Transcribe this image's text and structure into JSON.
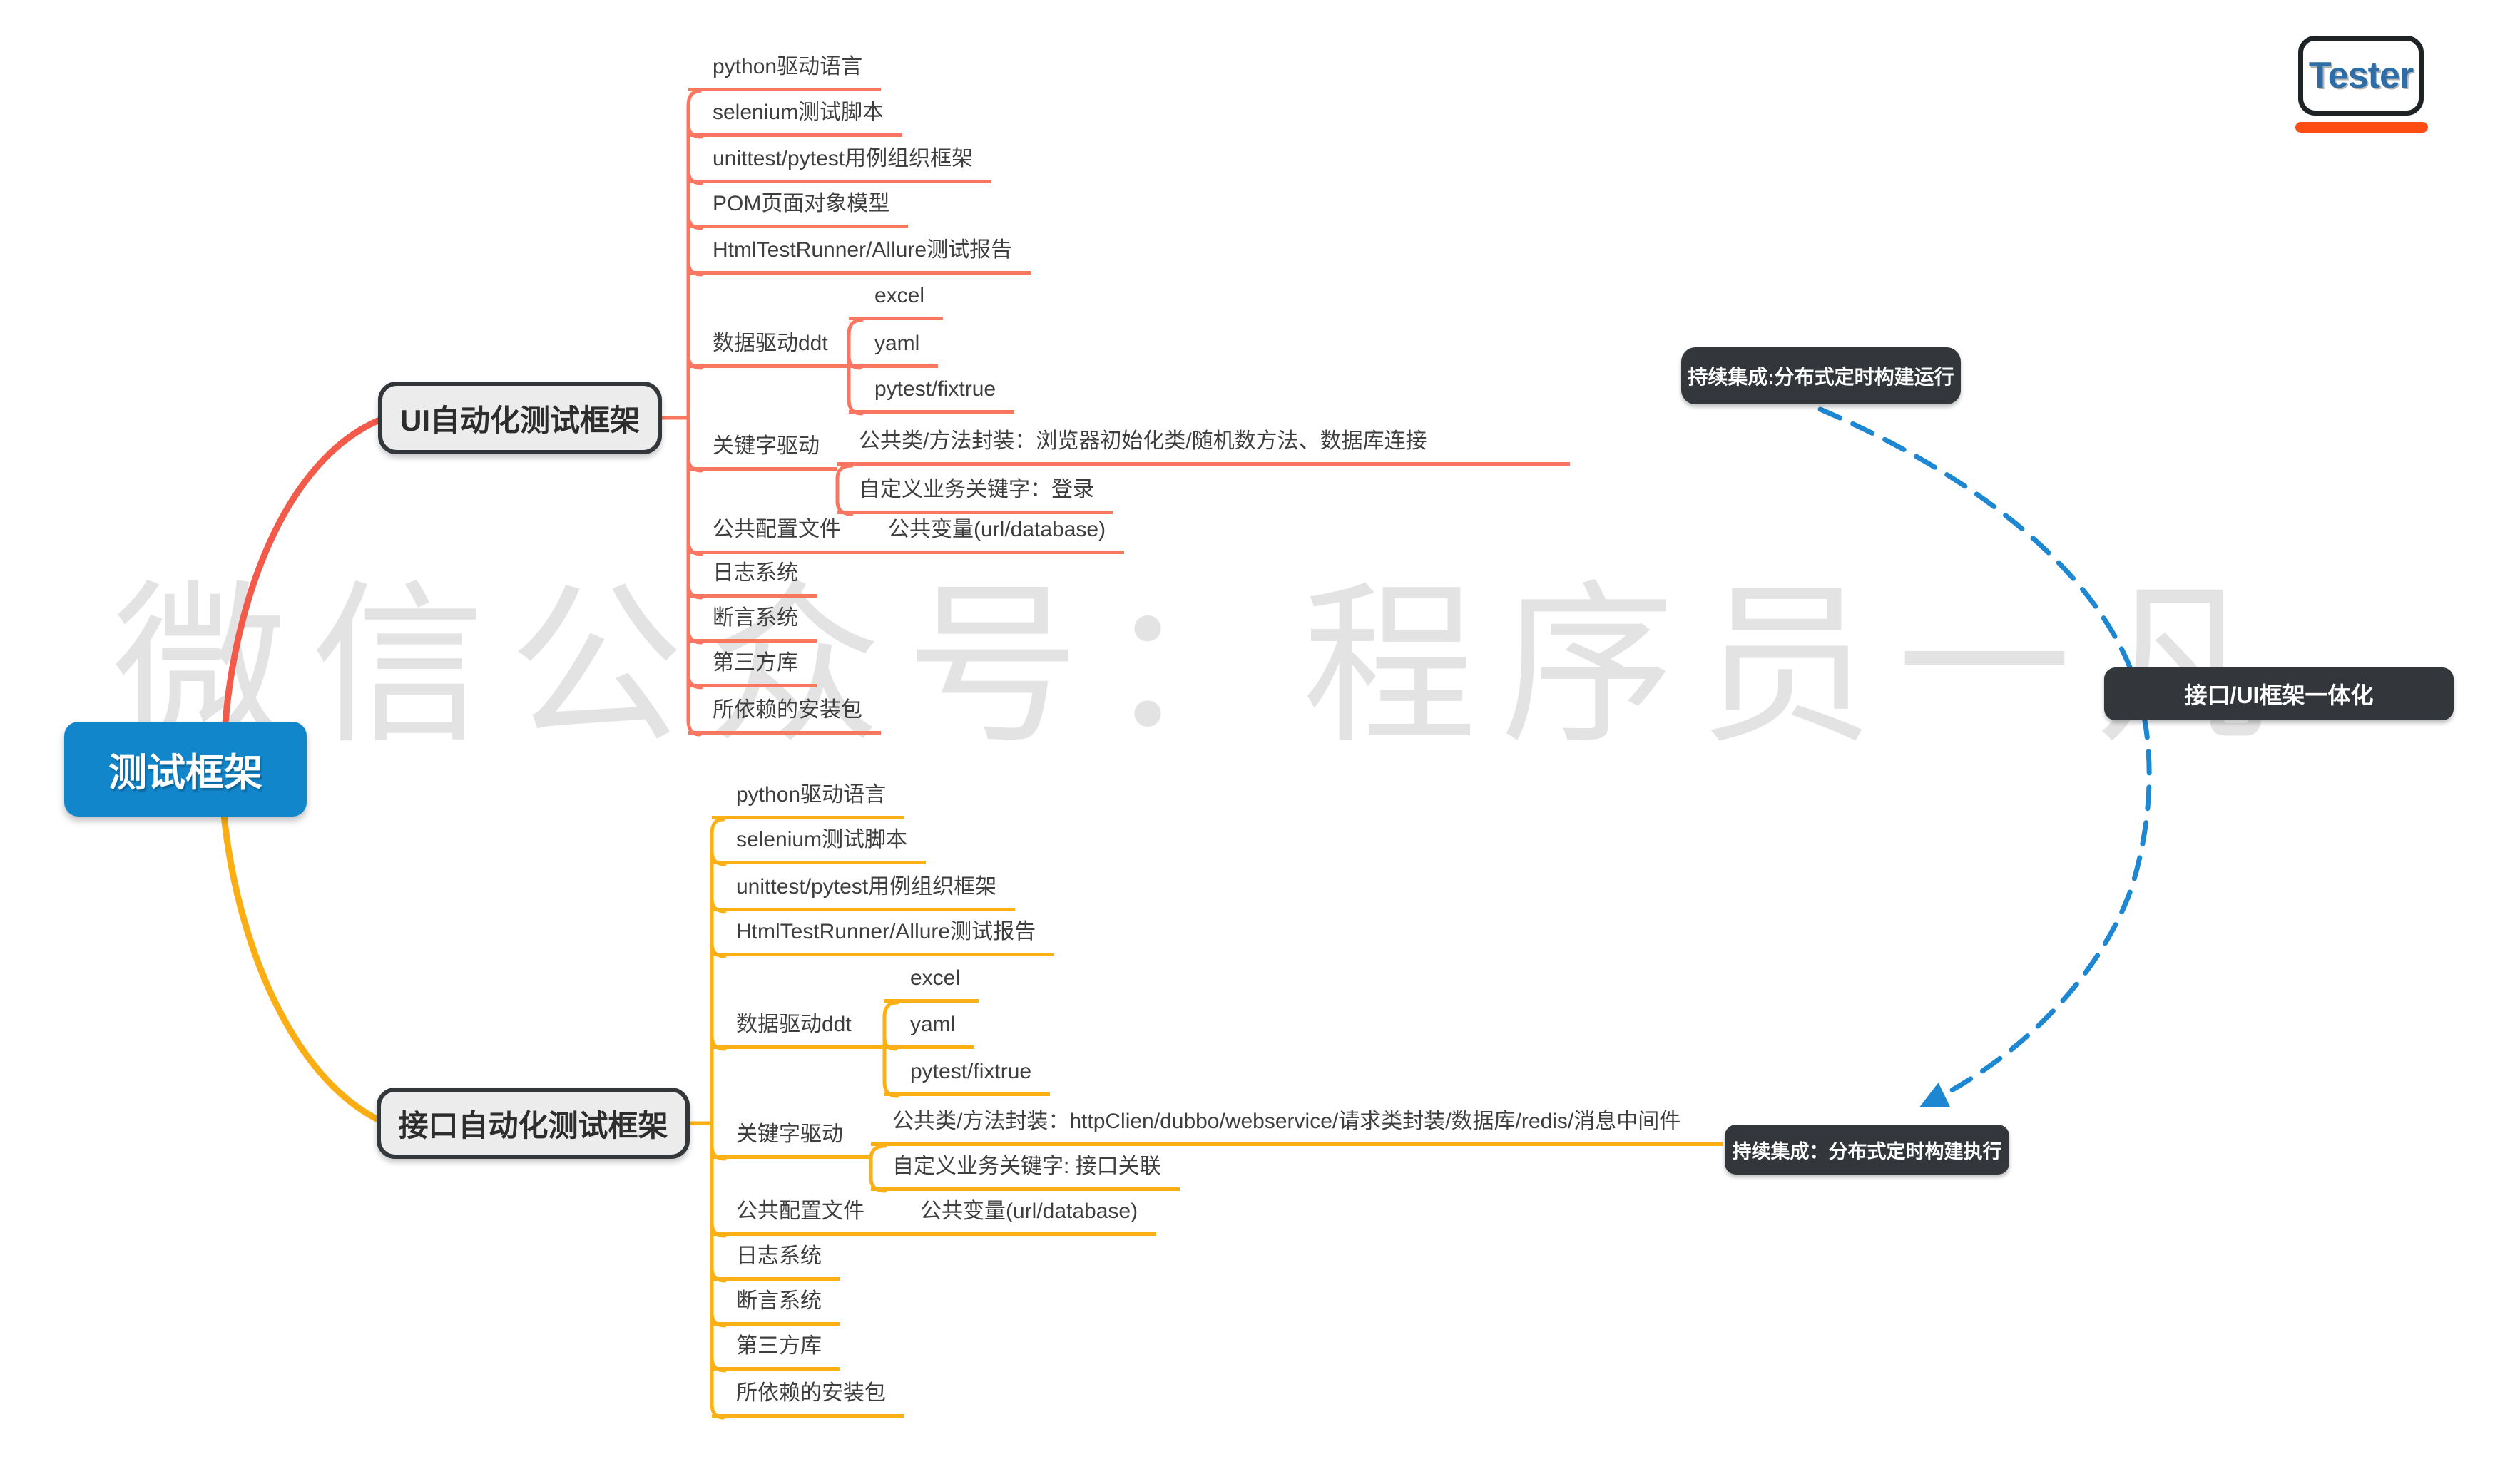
{
  "watermark": {
    "text": "微信公众号：程序员一凡"
  },
  "logo": {
    "text": "Tester"
  },
  "root": {
    "label": "测试框架"
  },
  "colors": {
    "root_bg": "#1286cb",
    "ui_line": "#f97660",
    "ui_curve": "#f25a49",
    "api_line": "#fbb116",
    "api_curve": "#fbae13",
    "topic_bg": "#ececec",
    "topic_border": "#33363a",
    "badge_bg": "#33373c",
    "dashed_connector": "#1d87d2",
    "watermark": "#e3e3e3",
    "logo_text": "#2e6da6",
    "logo_bar": "#fe4d12",
    "leaf_text": "#3e3e3e"
  },
  "ui_branch": {
    "label": "UI自动化测试框架",
    "items": [
      "python驱动语言",
      "selenium测试脚本",
      "unittest/pytest用例组织框架",
      "POM页面对象模型",
      "HtmlTestRunner/Allure测试报告"
    ],
    "ddt": {
      "label": "数据驱动ddt",
      "children": [
        "excel",
        "yaml",
        "pytest/fixtrue"
      ]
    },
    "keyword": {
      "label": "关键字驱动",
      "children": [
        "公共类/方法封装：浏览器初始化类/随机数方法、数据库连接",
        "自定义业务关键字：登录"
      ]
    },
    "config": {
      "label": "公共配置文件",
      "child": "公共变量(url/database)"
    },
    "tail_items": [
      "日志系统",
      "断言系统",
      "第三方库",
      "所依赖的安装包"
    ]
  },
  "api_branch": {
    "label": "接口自动化测试框架",
    "items": [
      "python驱动语言",
      "selenium测试脚本",
      "unittest/pytest用例组织框架",
      "HtmlTestRunner/Allure测试报告"
    ],
    "ddt": {
      "label": "数据驱动ddt",
      "children": [
        "excel",
        "yaml",
        "pytest/fixtrue"
      ]
    },
    "keyword": {
      "label": "关键字驱动",
      "children": [
        "公共类/方法封装：httpClien/dubbo/webservice/请求类封装/数据库/redis/消息中间件",
        "自定义业务关键字: 接口关联"
      ]
    },
    "config": {
      "label": "公共配置文件",
      "child": "公共变量(url/database)"
    },
    "tail_items": [
      "日志系统",
      "断言系统",
      "第三方库",
      "所依赖的安装包"
    ]
  },
  "badges": [
    "持续集成:分布式定时构建运行",
    "接口/UI框架一体化",
    "持续集成：分布式定时构建执行"
  ]
}
